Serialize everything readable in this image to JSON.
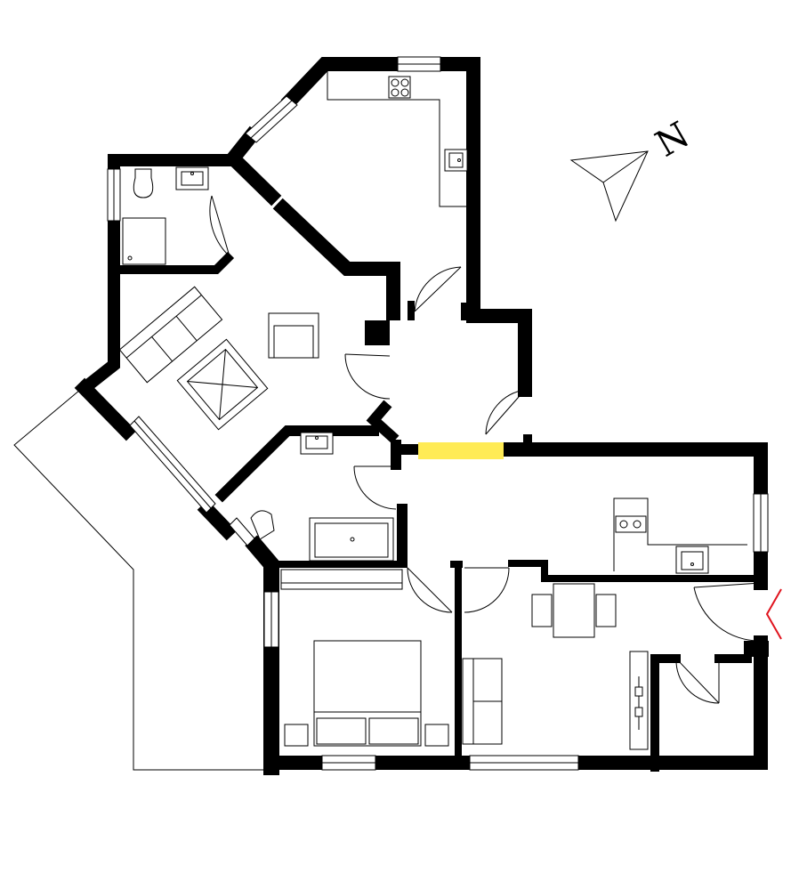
{
  "diagram": {
    "type": "floor plan",
    "compass": {
      "label": "N"
    },
    "colors": {
      "wall": "#000000",
      "line": "#000000",
      "background": "#ffffff",
      "highlight": "#ffeb55",
      "entrance_marker": "#e0141e"
    },
    "rooms": [
      "kitchen-top",
      "bathroom-left",
      "living-room",
      "hallway",
      "bathroom-middle",
      "bedroom",
      "kitchen-right",
      "dining-living",
      "closet"
    ]
  }
}
